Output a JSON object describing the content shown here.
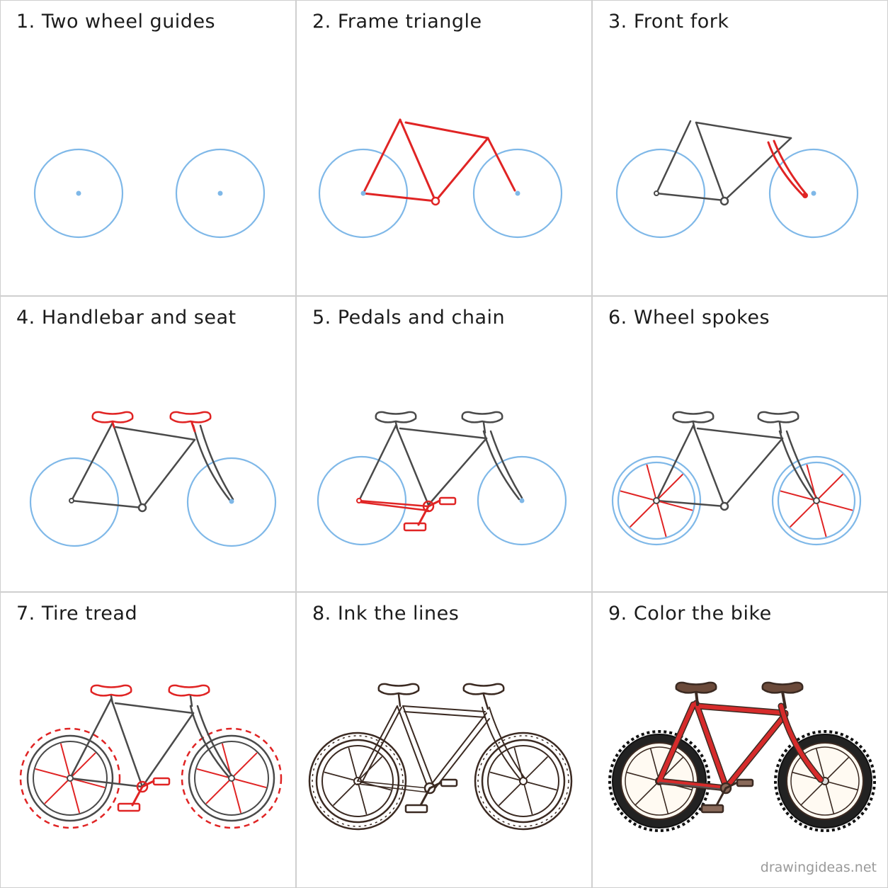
{
  "panels": [
    {
      "title": "1. Two wheel guides",
      "step": 1
    },
    {
      "title": "2. Frame triangle",
      "step": 2
    },
    {
      "title": "3. Front fork",
      "step": 3
    },
    {
      "title": "4. Handlebar and seat",
      "step": 4
    },
    {
      "title": "5. Pedals and chain",
      "step": 5
    },
    {
      "title": "6. Wheel spokes",
      "step": 6
    },
    {
      "title": "7. Tire tread",
      "step": 7
    },
    {
      "title": "8. Ink the lines",
      "step": 8
    },
    {
      "title": "9. Color the bike",
      "step": 9
    }
  ],
  "watermark": "drawingideas.net",
  "colors": {
    "guide": "#7fb8e8",
    "new_stroke": "#e02424",
    "pencil": "#4a4a4a",
    "ink": "#3b2a22",
    "frame_fill": "#d62b2b",
    "seat_fill": "#6b4a3a",
    "tire_fill": "#222222"
  }
}
